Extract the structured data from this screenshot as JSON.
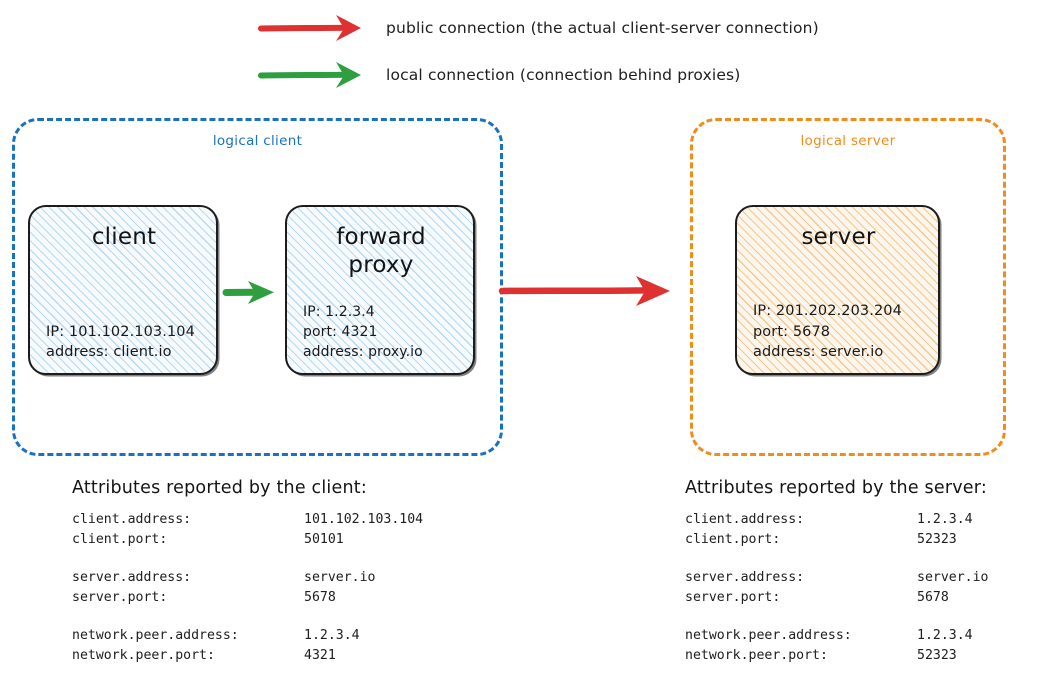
{
  "legend": {
    "items": [
      {
        "icon": "red-arrow-icon",
        "color": "#e03131",
        "text": "public connection (the actual client-server connection)"
      },
      {
        "icon": "green-arrow-icon",
        "color": "#2e9e3e",
        "text": "local connection (connection behind proxies)"
      }
    ]
  },
  "groups": {
    "client": {
      "label": "logical client",
      "color": "#1971c2"
    },
    "server": {
      "label": "logical server",
      "color": "#f08c1a"
    }
  },
  "nodes": {
    "client": {
      "title": "client",
      "props": [
        "IP: 101.102.103.104",
        "address: client.io"
      ]
    },
    "proxy": {
      "title": "forward\nproxy",
      "title_line1": "forward",
      "title_line2": "proxy",
      "props": [
        "IP: 1.2.3.4",
        "port: 4321",
        "address: proxy.io"
      ]
    },
    "server": {
      "title": "server",
      "props": [
        "IP: 201.202.203.204",
        "port: 5678",
        "address: server.io"
      ]
    }
  },
  "connections": {
    "client_to_proxy": {
      "type": "local",
      "color": "#2e9e3e"
    },
    "proxy_to_server": {
      "type": "public",
      "color": "#e03131"
    }
  },
  "attributes_client": {
    "heading": "Attributes reported by the client:",
    "rows": [
      {
        "key": "client.address:",
        "value": "101.102.103.104"
      },
      {
        "key": "client.port:",
        "value": "50101"
      },
      {
        "key": "server.address:",
        "value": "server.io"
      },
      {
        "key": "server.port:",
        "value": "5678"
      },
      {
        "key": "network.peer.address:",
        "value": "1.2.3.4"
      },
      {
        "key": "network.peer.port:",
        "value": "4321"
      }
    ]
  },
  "attributes_server": {
    "heading": "Attributes reported by the server:",
    "rows": [
      {
        "key": "client.address:",
        "value": "1.2.3.4"
      },
      {
        "key": "client.port:",
        "value": "52323"
      },
      {
        "key": "server.address:",
        "value": "server.io"
      },
      {
        "key": "server.port:",
        "value": "5678"
      },
      {
        "key": "network.peer.address:",
        "value": "1.2.3.4"
      },
      {
        "key": "network.peer.port:",
        "value": "52323"
      }
    ]
  }
}
